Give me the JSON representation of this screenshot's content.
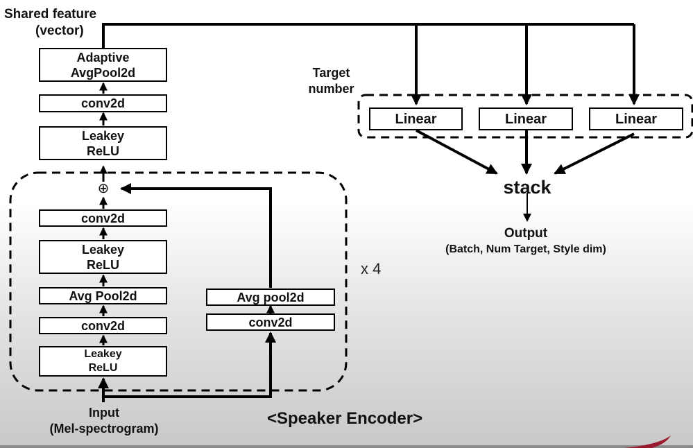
{
  "title": "<Speaker Encoder>",
  "shared_feature_label": "Shared feature\n(vector)",
  "shared_feature": {
    "line1": "Shared feature",
    "line2": "(vector)"
  },
  "top_stack": {
    "adaptive": {
      "line1": "Adaptive",
      "line2": "AvgPool2d"
    },
    "conv2d": "conv2d",
    "leakey": {
      "line1": "Leakey",
      "line2": "ReLU"
    }
  },
  "residual_block": {
    "sum_symbol": "⊕",
    "main_path": {
      "conv2d_top": "conv2d",
      "leakey_mid": {
        "line1": "Leakey",
        "line2": "ReLU"
      },
      "avgpool": "Avg Pool2d",
      "conv2d_bottom": "conv2d",
      "leakey_bottom": {
        "line1": "Leakey",
        "line2": "ReLU"
      }
    },
    "shortcut": {
      "avgpool": "Avg pool2d",
      "conv2d": "conv2d"
    },
    "repeat_label": "x 4"
  },
  "input": {
    "line1": "Input",
    "line2": "(Mel-spectrogram)"
  },
  "heads": {
    "target_label": {
      "line1": "Target",
      "line2": "number"
    },
    "linears": [
      "Linear",
      "Linear",
      "Linear"
    ],
    "stack_label": "stack",
    "output": {
      "line1": "Output",
      "line2": "(Batch, Num Target, Style dim)"
    }
  }
}
